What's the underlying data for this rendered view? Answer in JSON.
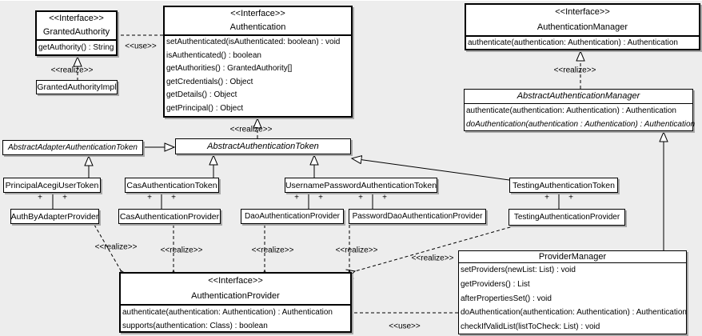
{
  "diagram": {
    "type": "uml-class-diagram",
    "background_color": "#ededed",
    "labels": {
      "use": "<<use>>",
      "realize": "<<realize>>",
      "plus": "+",
      "interface_stereotype": "<<Interface>>"
    },
    "classes": {
      "granted_authority": {
        "stereotype": "<<Interface>>",
        "name": "GrantedAuthority",
        "methods": [
          "getAuthority() : String"
        ]
      },
      "granted_authority_impl": {
        "name": "GrantedAuthorityImpl"
      },
      "authentication": {
        "stereotype": "<<Interface>>",
        "name": "Authentication",
        "methods": [
          "setAuthenticated(isAuthenticated: boolean) : void",
          "isAuthenticated() : boolean",
          "getAuthorities() : GrantedAuthority[]",
          "getCredentials() : Object",
          "getDetails() : Object",
          "getPrincipal() : Object"
        ]
      },
      "authentication_manager": {
        "stereotype": "<<Interface>>",
        "name": "AuthenticationManager",
        "methods": [
          "authenticate(authentication: Authentication) : Authentication"
        ]
      },
      "abstract_authentication_manager": {
        "name": "AbstractAuthenticationManager",
        "abstract": true,
        "methods": [
          "authenticate(authentication: Authentication) : Authentication",
          "doAuthentication(authentication : Authentication) : Authentication"
        ]
      },
      "abstract_adapter_authentication_token": {
        "name": "AbstractAdapterAuthenticationToken",
        "abstract": true
      },
      "abstract_authentication_token": {
        "name": "AbstractAuthenticationToken",
        "abstract": true
      },
      "principal_acegi_user_token": {
        "name": "PrincipalAcegiUserToken"
      },
      "cas_authentication_token": {
        "name": "CasAuthenticationToken"
      },
      "username_password_authentication_token": {
        "name": "UsernamePasswordAuthenticationToken"
      },
      "testing_authentication_token": {
        "name": "TestingAuthenticationToken"
      },
      "auth_by_adapter_provider": {
        "name": "AuthByAdapterProvider"
      },
      "cas_authentication_provider": {
        "name": "CasAuthenticationProvider"
      },
      "dao_authentication_provider": {
        "name": "DaoAuthenticationProvider"
      },
      "password_dao_authentication_provider": {
        "name": "PasswordDaoAuthenticationProvider"
      },
      "testing_authentication_provider": {
        "name": "TestingAuthenticationProvider"
      },
      "authentication_provider": {
        "stereotype": "<<Interface>>",
        "name": "AuthenticationProvider",
        "methods": [
          "authenticate(authentication: Authentication) : Authentication",
          "supports(authentication: Class) : boolean"
        ]
      },
      "provider_manager": {
        "name": "ProviderManager",
        "methods": [
          "setProviders(newList: List) : void",
          "getProviders() : List",
          "afterPropertiesSet() : void",
          "doAuthentication(authentication: Authentication) : Authentication",
          "checkIfValidList(listToCheck: List) : void"
        ]
      }
    },
    "relationships": [
      {
        "type": "use",
        "from": "Authentication",
        "to": "GrantedAuthority",
        "label": "<<use>>"
      },
      {
        "type": "realize",
        "from": "GrantedAuthorityImpl",
        "to": "GrantedAuthority",
        "label": "<<realize>>"
      },
      {
        "type": "realize",
        "from": "AbstractAuthenticationToken",
        "to": "Authentication",
        "label": "<<realize>>"
      },
      {
        "type": "realize",
        "from": "AbstractAuthenticationManager",
        "to": "AuthenticationManager",
        "label": "<<realize>>"
      },
      {
        "type": "generalization",
        "from": "AbstractAdapterAuthenticationToken",
        "to": "AbstractAuthenticationToken"
      },
      {
        "type": "generalization",
        "from": "PrincipalAcegiUserToken",
        "to": "AbstractAdapterAuthenticationToken"
      },
      {
        "type": "generalization",
        "from": "CasAuthenticationToken",
        "to": "AbstractAuthenticationToken"
      },
      {
        "type": "generalization",
        "from": "UsernamePasswordAuthenticationToken",
        "to": "AbstractAuthenticationToken"
      },
      {
        "type": "generalization",
        "from": "TestingAuthenticationToken",
        "to": "AbstractAuthenticationToken"
      },
      {
        "type": "generalization",
        "from": "ProviderManager",
        "to": "AbstractAuthenticationManager"
      },
      {
        "type": "association",
        "from": "PrincipalAcegiUserToken",
        "to": "AuthByAdapterProvider",
        "end_adornments": "+ +"
      },
      {
        "type": "association",
        "from": "CasAuthenticationToken",
        "to": "CasAuthenticationProvider",
        "end_adornments": "+ +"
      },
      {
        "type": "association",
        "from": "UsernamePasswordAuthenticationToken",
        "to": "DaoAuthenticationProvider",
        "end_adornments": "+ +"
      },
      {
        "type": "association",
        "from": "UsernamePasswordAuthenticationToken",
        "to": "PasswordDaoAuthenticationProvider",
        "end_adornments": "+ +"
      },
      {
        "type": "association",
        "from": "TestingAuthenticationToken",
        "to": "TestingAuthenticationProvider",
        "end_adornments": "+ +"
      },
      {
        "type": "realize",
        "from": "AuthByAdapterProvider",
        "to": "AuthenticationProvider",
        "label": "<<realize>>"
      },
      {
        "type": "realize",
        "from": "CasAuthenticationProvider",
        "to": "AuthenticationProvider",
        "label": "<<realize>>"
      },
      {
        "type": "realize",
        "from": "DaoAuthenticationProvider",
        "to": "AuthenticationProvider",
        "label": "<<realize>>"
      },
      {
        "type": "realize",
        "from": "PasswordDaoAuthenticationProvider",
        "to": "AuthenticationProvider",
        "label": "<<realize>>"
      },
      {
        "type": "realize",
        "from": "TestingAuthenticationProvider",
        "to": "AuthenticationProvider",
        "label": "<<realize>>"
      },
      {
        "type": "use",
        "from": "ProviderManager",
        "to": "AuthenticationProvider",
        "label": "<<use>>"
      }
    ]
  }
}
